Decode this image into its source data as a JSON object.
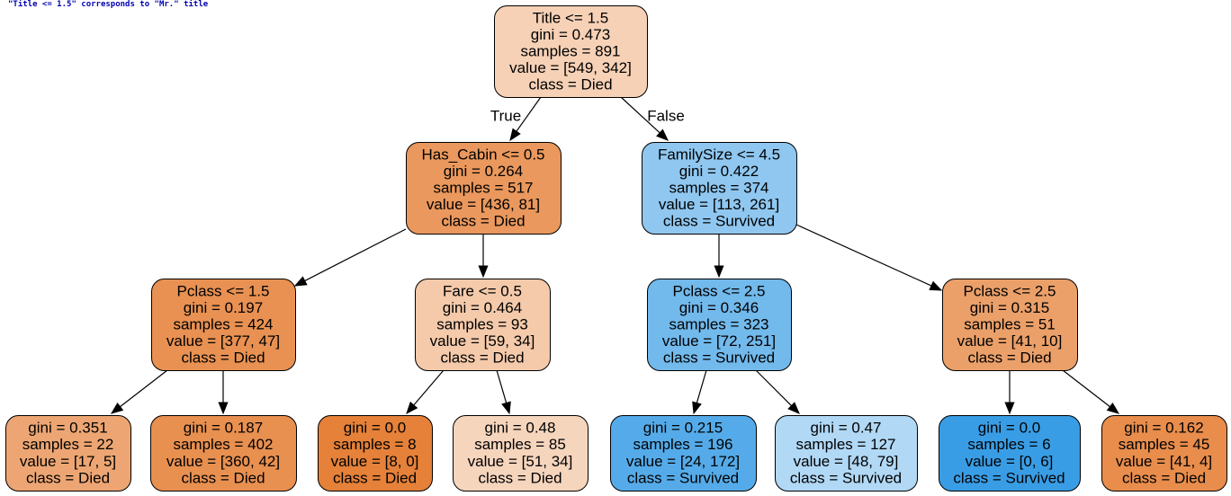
{
  "caption": "\"Title <= 1.5\" corresponds to \"Mr.\" title",
  "tree": {
    "nodes": [
      {
        "id": "n0",
        "lines": [
          "Title <= 1.5",
          "gini = 0.473",
          "samples = 891",
          "value = [549, 342]",
          "class = Died"
        ],
        "fill": "#f6d1b6"
      },
      {
        "id": "n1",
        "lines": [
          "Has_Cabin <= 0.5",
          "gini = 0.264",
          "samples = 517",
          "value = [436, 81]",
          "class = Died"
        ],
        "fill": "#ea985d"
      },
      {
        "id": "n2",
        "lines": [
          "FamilySize <= 4.5",
          "gini = 0.422",
          "samples = 374",
          "value = [113, 261]",
          "class = Survived"
        ],
        "fill": "#8fc7f0"
      },
      {
        "id": "n3",
        "lines": [
          "Pclass <= 1.5",
          "gini = 0.197",
          "samples = 424",
          "value = [377, 47]",
          "class = Died"
        ],
        "fill": "#e89152"
      },
      {
        "id": "n4",
        "lines": [
          "Fare <= 0.5",
          "gini = 0.464",
          "samples = 93",
          "value = [59, 34]",
          "class = Died"
        ],
        "fill": "#f4caab"
      },
      {
        "id": "n5",
        "lines": [
          "Pclass <= 2.5",
          "gini = 0.346",
          "samples = 323",
          "value = [72, 251]",
          "class = Survived"
        ],
        "fill": "#72b9ec"
      },
      {
        "id": "n6",
        "lines": [
          "Pclass <= 2.5",
          "gini = 0.315",
          "samples = 51",
          "value = [41, 10]",
          "class = Died"
        ],
        "fill": "#eba069"
      },
      {
        "id": "n7",
        "lines": [
          "gini = 0.351",
          "samples = 22",
          "value = [17, 5]",
          "class = Died"
        ],
        "fill": "#eda673"
      },
      {
        "id": "n8",
        "lines": [
          "gini = 0.187",
          "samples = 402",
          "value = [360, 42]",
          "class = Died"
        ],
        "fill": "#e89050"
      },
      {
        "id": "n9",
        "lines": [
          "gini = 0.0",
          "samples = 8",
          "value = [8, 0]",
          "class = Died"
        ],
        "fill": "#e58139"
      },
      {
        "id": "n10",
        "lines": [
          "gini = 0.48",
          "samples = 85",
          "value = [51, 34]",
          "class = Died"
        ],
        "fill": "#f6d5bd"
      },
      {
        "id": "n11",
        "lines": [
          "gini = 0.215",
          "samples = 196",
          "value = [24, 172]",
          "class = Survived"
        ],
        "fill": "#55abe9"
      },
      {
        "id": "n12",
        "lines": [
          "gini = 0.47",
          "samples = 127",
          "value = [48, 79]",
          "class = Survived"
        ],
        "fill": "#b1d8f5"
      },
      {
        "id": "n13",
        "lines": [
          "gini = 0.0",
          "samples = 6",
          "value = [0, 6]",
          "class = Survived"
        ],
        "fill": "#399de5"
      },
      {
        "id": "n14",
        "lines": [
          "gini = 0.162",
          "samples = 45",
          "value = [41, 4]",
          "class = Died"
        ],
        "fill": "#e88d4c"
      }
    ],
    "edges": [
      {
        "from": "n0",
        "to": "n1",
        "label": "True"
      },
      {
        "from": "n0",
        "to": "n2",
        "label": "False"
      },
      {
        "from": "n1",
        "to": "n3",
        "label": ""
      },
      {
        "from": "n1",
        "to": "n4",
        "label": ""
      },
      {
        "from": "n2",
        "to": "n5",
        "label": ""
      },
      {
        "from": "n2",
        "to": "n6",
        "label": ""
      },
      {
        "from": "n3",
        "to": "n7",
        "label": ""
      },
      {
        "from": "n3",
        "to": "n8",
        "label": ""
      },
      {
        "from": "n4",
        "to": "n9",
        "label": ""
      },
      {
        "from": "n4",
        "to": "n10",
        "label": ""
      },
      {
        "from": "n5",
        "to": "n11",
        "label": ""
      },
      {
        "from": "n5",
        "to": "n12",
        "label": ""
      },
      {
        "from": "n6",
        "to": "n13",
        "label": ""
      },
      {
        "from": "n6",
        "to": "n14",
        "label": ""
      }
    ]
  }
}
